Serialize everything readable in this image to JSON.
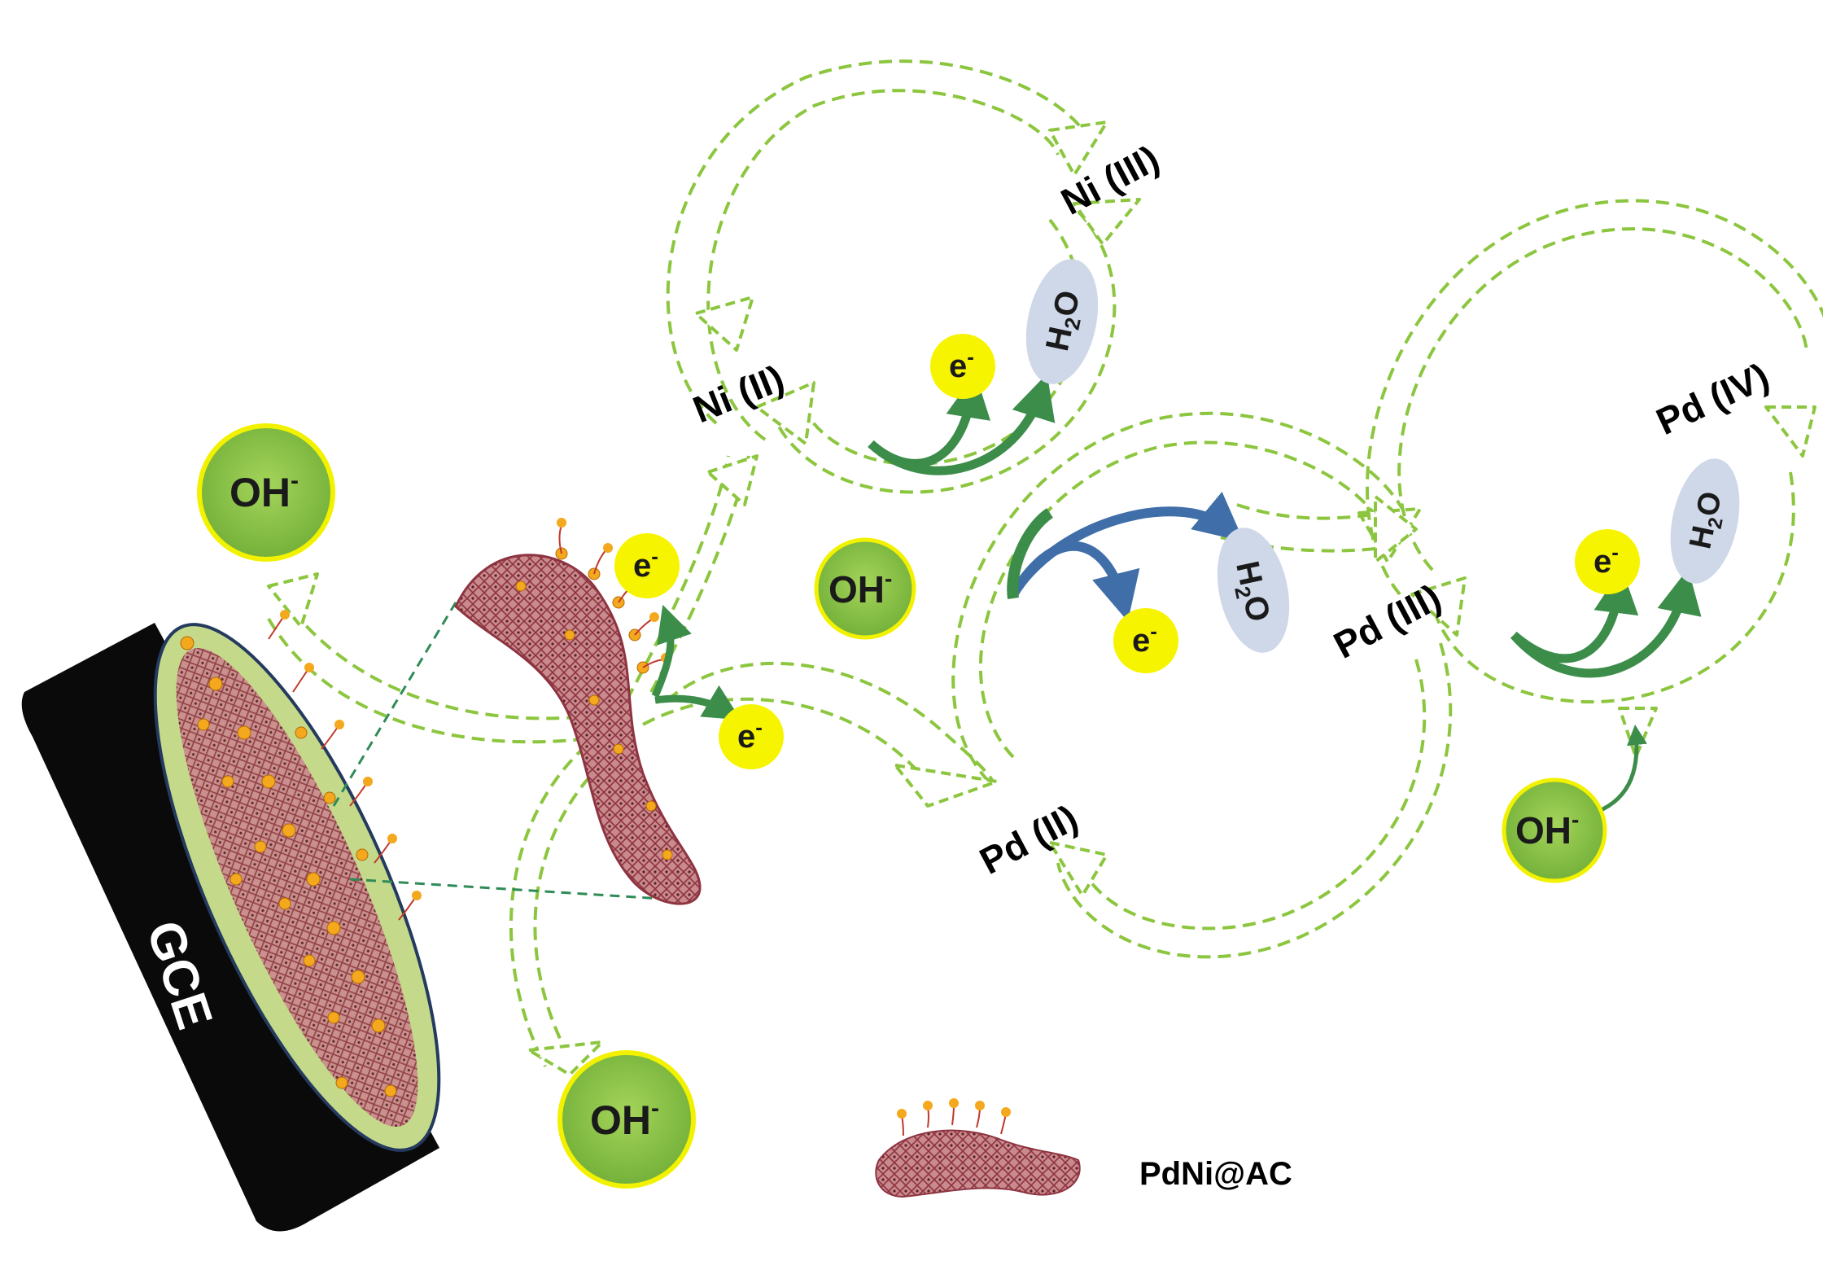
{
  "electrode": {
    "label": "GCE"
  },
  "species": {
    "ni2": "Ni (II)",
    "ni3": "Ni (III)",
    "pd2": "Pd (II)",
    "pd3": "Pd (III)",
    "pd4": "Pd (IV)"
  },
  "ions": {
    "hydroxide": "OH",
    "hydroxide_charge": "-",
    "electron": "e",
    "electron_charge": "-",
    "water_h": "H",
    "water_sub": "2",
    "water_o": "O"
  },
  "legend": {
    "label": "PdNi@AC"
  },
  "colors": {
    "cycle_dash": "#8cc63f",
    "hydroxide_fill": "#8dc63f",
    "hydroxide_ring": "#f2f200",
    "electron_fill": "#f7f400",
    "water_fill": "#cfd8e8",
    "transfer_arrow": "#3c8c4a",
    "transfer_arrow_blue": "#3f6ea8",
    "nanotube": "#b5525a",
    "nanoparticle": "#f4a81d",
    "electrode_body": "#0a0a0a",
    "electrode_face": "#c5d98a"
  }
}
